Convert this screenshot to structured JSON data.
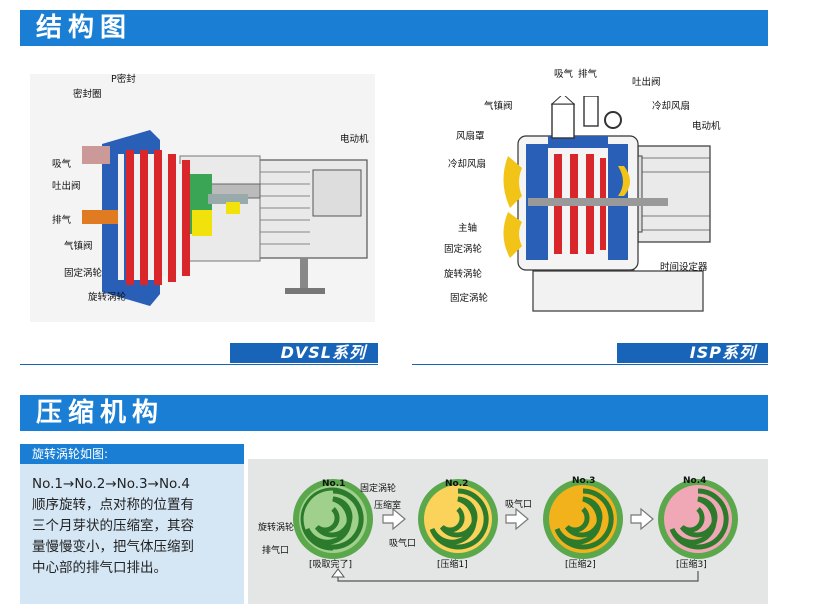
{
  "section1": {
    "title": "结构图"
  },
  "section2": {
    "title": "压缩机构"
  },
  "dvsl": {
    "series_label": "DVSL系列",
    "labels": {
      "p_seal": "P密封",
      "seal_ring": "密封圈",
      "motor": "电动机",
      "intake": "吸气",
      "discharge_valve": "吐出阀",
      "exhaust": "排气",
      "gas_ballast": "气镇阀",
      "fixed_scroll": "固定涡轮",
      "orbiting_scroll": "旋转涡轮"
    }
  },
  "isp": {
    "series_label": "ISP系列",
    "labels": {
      "intake": "吸气",
      "exhaust": "排气",
      "discharge_valve": "吐出阀",
      "gas_ballast": "气镇阀",
      "cooling_fan_top": "冷却风扇",
      "fan_cover": "风扇罩",
      "motor": "电动机",
      "cooling_fan": "冷却风扇",
      "main_shaft": "主轴",
      "fixed_scroll": "固定涡轮",
      "orbiting_scroll": "旋转涡轮",
      "fixed_scroll_2": "固定涡轮",
      "timer": "时间设定器"
    }
  },
  "compression": {
    "tab_label": "旋转涡轮如图:",
    "description_lines": [
      "No.1→No.2→No.3→No.4",
      "顺序旋转，点对称的位置有",
      "三个月芽状的压缩室，其容",
      "量慢慢变小，把气体压缩到",
      "中心部的排气口排出。"
    ],
    "stages": [
      {
        "no": "No.1",
        "caption": "[吸取完了]"
      },
      {
        "no": "No.2",
        "caption": "[压缩1]"
      },
      {
        "no": "No.3",
        "caption": "[压缩2]"
      },
      {
        "no": "No.4",
        "caption": "[压缩3]"
      }
    ],
    "labels": {
      "fixed_scroll": "固定涡轮",
      "compression_chamber": "压缩室",
      "orbiting_scroll": "旋转涡轮",
      "exhaust_port": "排气口",
      "intake_port_1": "吸气口",
      "intake_port_2": "吸气口"
    },
    "colors": {
      "green": "#5aa84b",
      "yellow": "#f2b21c",
      "pink": "#e98aa0",
      "chamber": "#9fd08c",
      "chamber_yellow": "#fbd35a",
      "chamber_pink": "#f1a8b6"
    }
  }
}
